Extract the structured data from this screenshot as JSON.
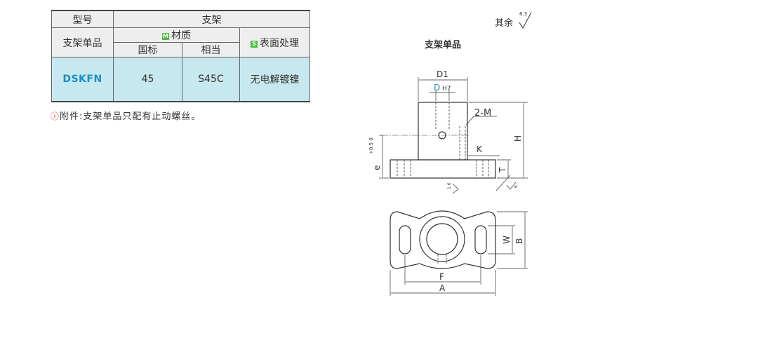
{
  "table": {
    "header_model": "型号",
    "header_product": "支架",
    "header_single": "支架单品",
    "material_badge": "M",
    "material_label": "材质",
    "surface_badge": "S",
    "surface_label": "表面处理",
    "col_standard": "国标",
    "col_equivalent": "相当",
    "row": {
      "code": "DSKFN",
      "standard": "45",
      "equivalent": "S45C",
      "surface": "无电解镀镍"
    }
  },
  "note": {
    "icon": "!",
    "text": "附件:支架单品只配有止动螺丝。"
  },
  "roughness": {
    "label": "其余",
    "value": "6.3"
  },
  "drawing": {
    "title": "支架单品",
    "labels": {
      "d1": "D1",
      "d": "D",
      "dh7_tol": "H7",
      "screw": "2-M",
      "h": "H",
      "k": "K",
      "t": "T",
      "e": "e",
      "e_tol": "+0.5\n0",
      "rough_16": "1.6",
      "rough_6": "6",
      "w": "W",
      "b": "B",
      "f": "F",
      "a": "A"
    }
  },
  "colors": {
    "code_blue": "#1a8fc6",
    "data_cell": "#c6e8ee",
    "header_cell": "#eeeeee",
    "badge_green": "#4cbf3c",
    "warn_red": "#d0302a"
  }
}
